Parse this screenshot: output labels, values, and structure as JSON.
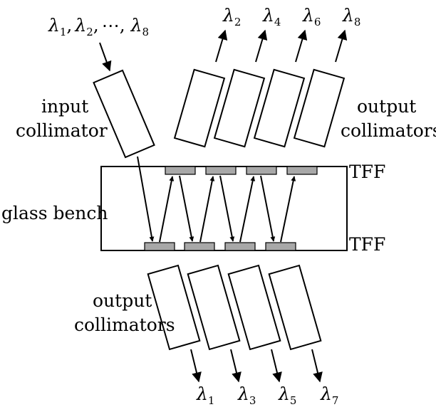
{
  "diagram": {
    "labels": {
      "input_line1": "input",
      "input_line2": "collimator",
      "output_top_line1": "output",
      "output_top_line2": "collimators",
      "output_bottom_line1": "output",
      "output_bottom_line2": "collimators",
      "glass_bench": "glass bench",
      "tff_top": "TFF",
      "tff_bottom": "TFF"
    },
    "input_wavelengths": {
      "symbol": "λ",
      "sep1": ",",
      "sep2": ",",
      "ellipsis": "⋯",
      "sub1": "1",
      "sub2": "2",
      "sub3": "8"
    },
    "top_outputs": [
      {
        "symbol": "λ",
        "sub": "2"
      },
      {
        "symbol": "λ",
        "sub": "4"
      },
      {
        "symbol": "λ",
        "sub": "6"
      },
      {
        "symbol": "λ",
        "sub": "8"
      }
    ],
    "bottom_outputs": [
      {
        "symbol": "λ",
        "sub": "1"
      },
      {
        "symbol": "λ",
        "sub": "3"
      },
      {
        "symbol": "λ",
        "sub": "5"
      },
      {
        "symbol": "λ",
        "sub": "7"
      }
    ]
  }
}
